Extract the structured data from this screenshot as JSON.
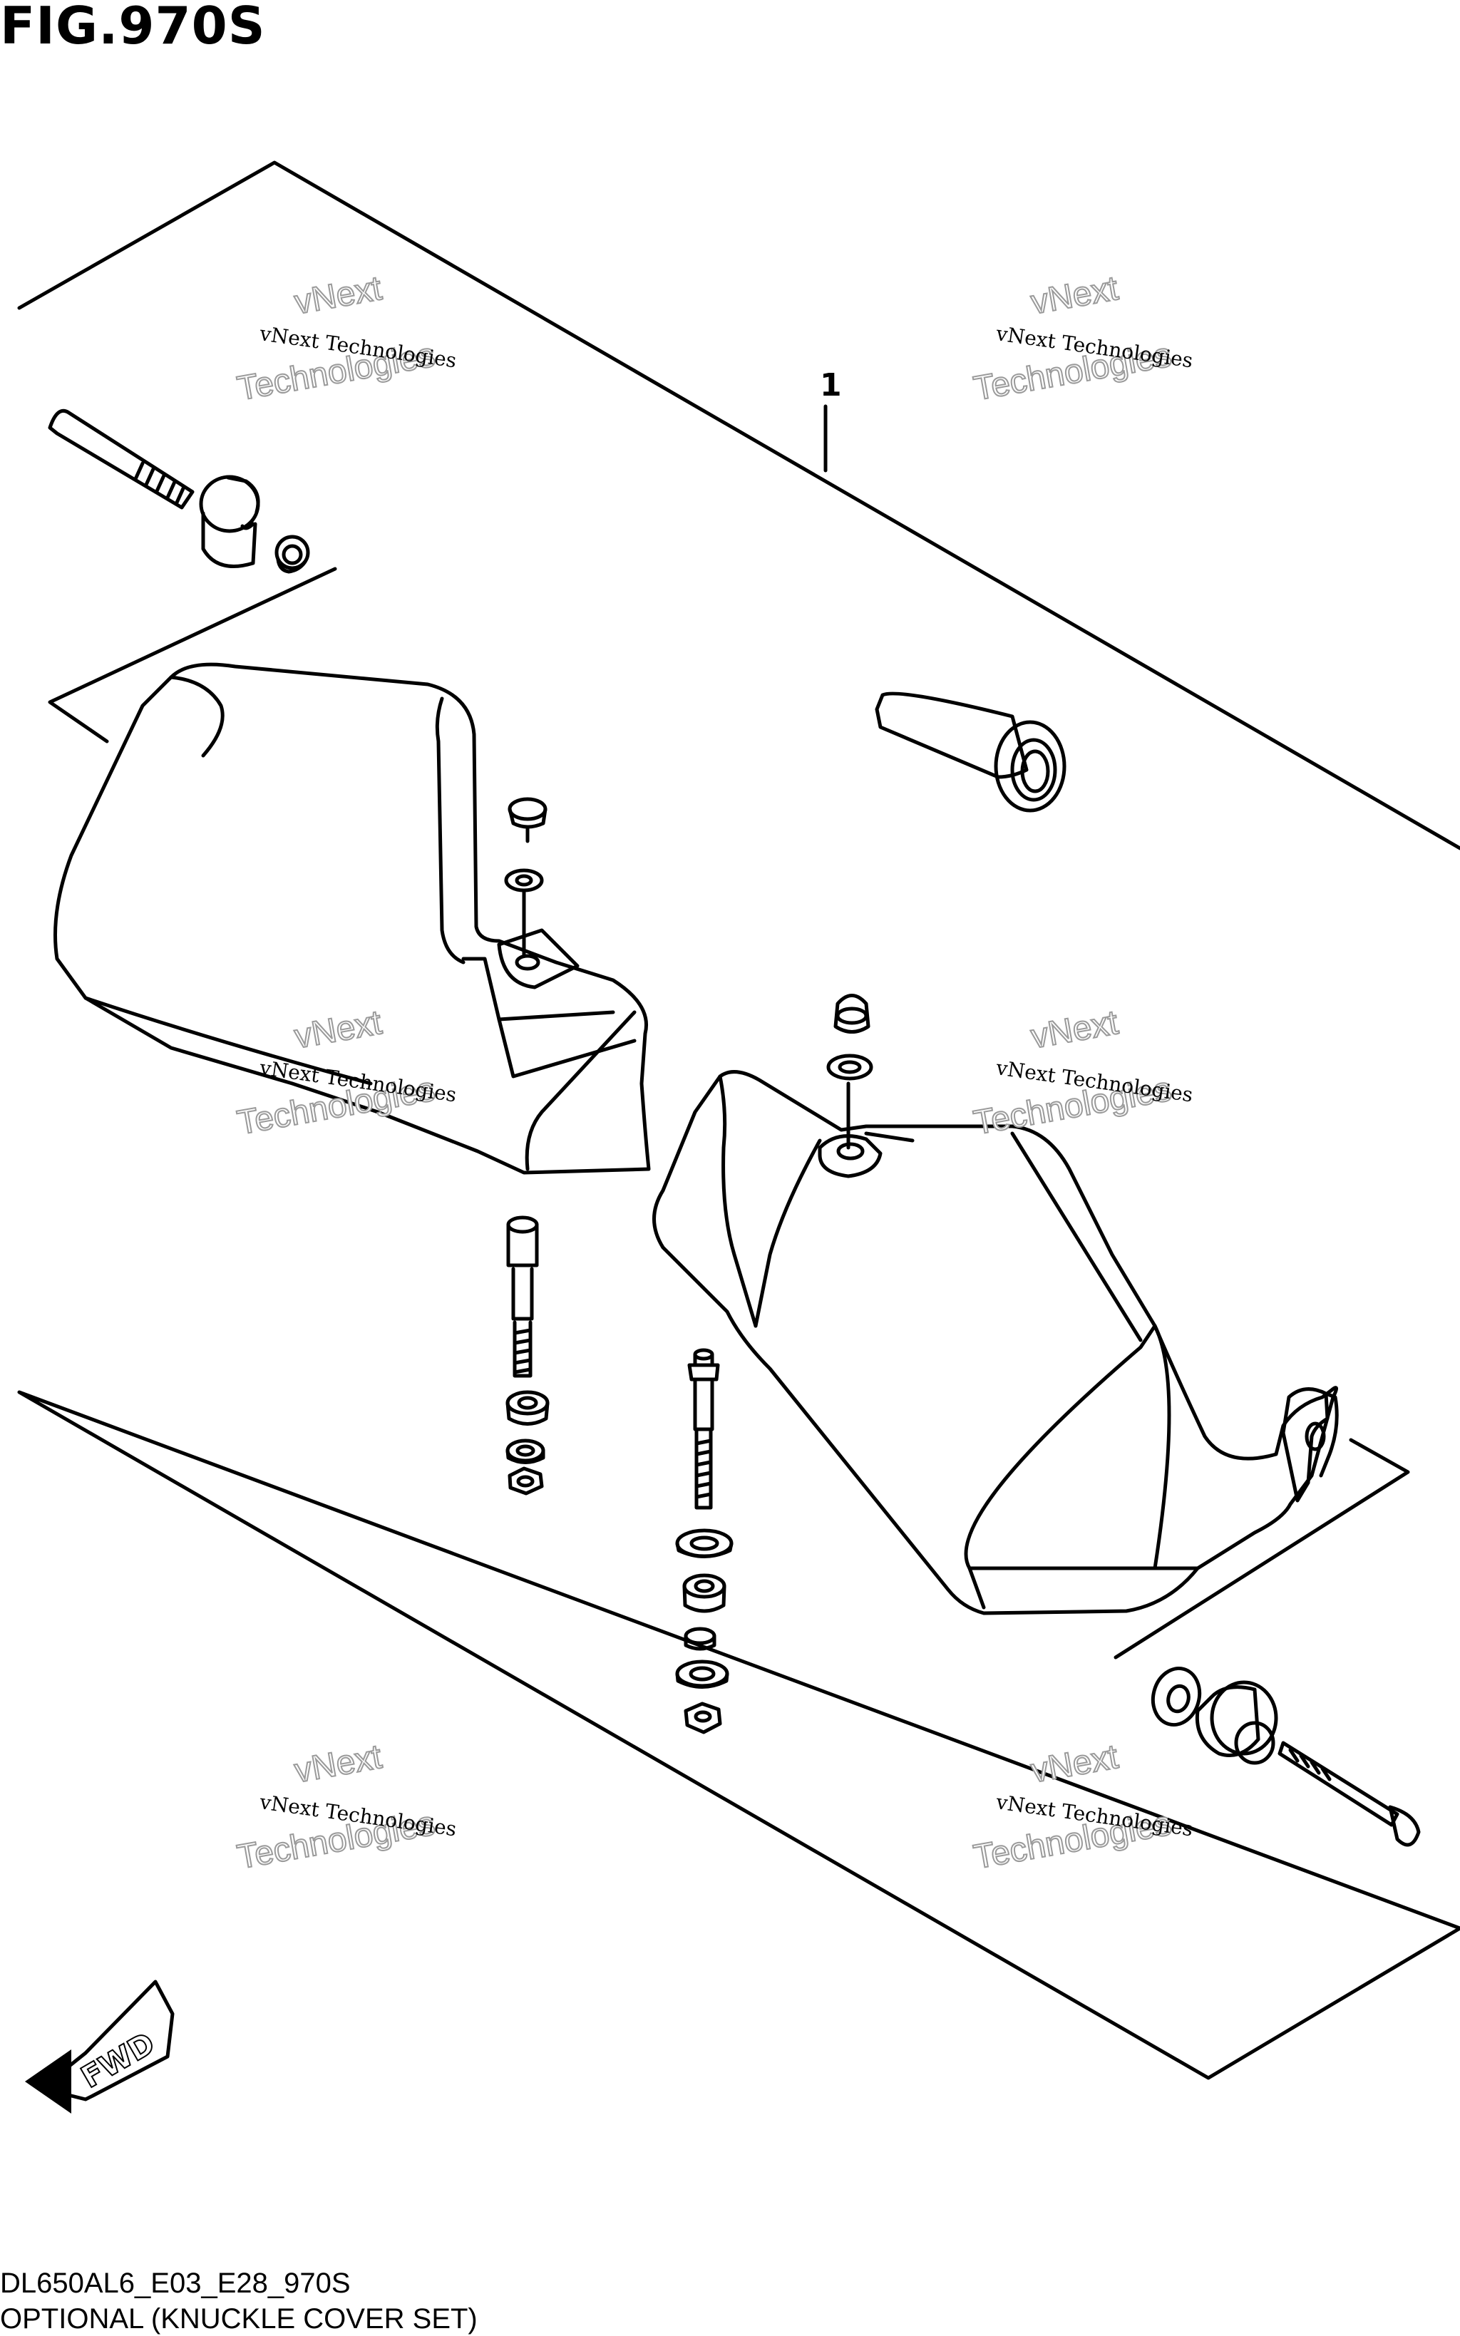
{
  "figure_title": "FIG.970S",
  "callout_number": "1",
  "fwd_label": "FWD",
  "diagram_code": "DL650AL6_E03_E28_970S",
  "diagram_name": "OPTIONAL (KNUCKLE COVER SET)",
  "watermark": {
    "line_text": "vNext Technologies",
    "ghost_line1": "vNext",
    "ghost_line2": "Technologies"
  }
}
